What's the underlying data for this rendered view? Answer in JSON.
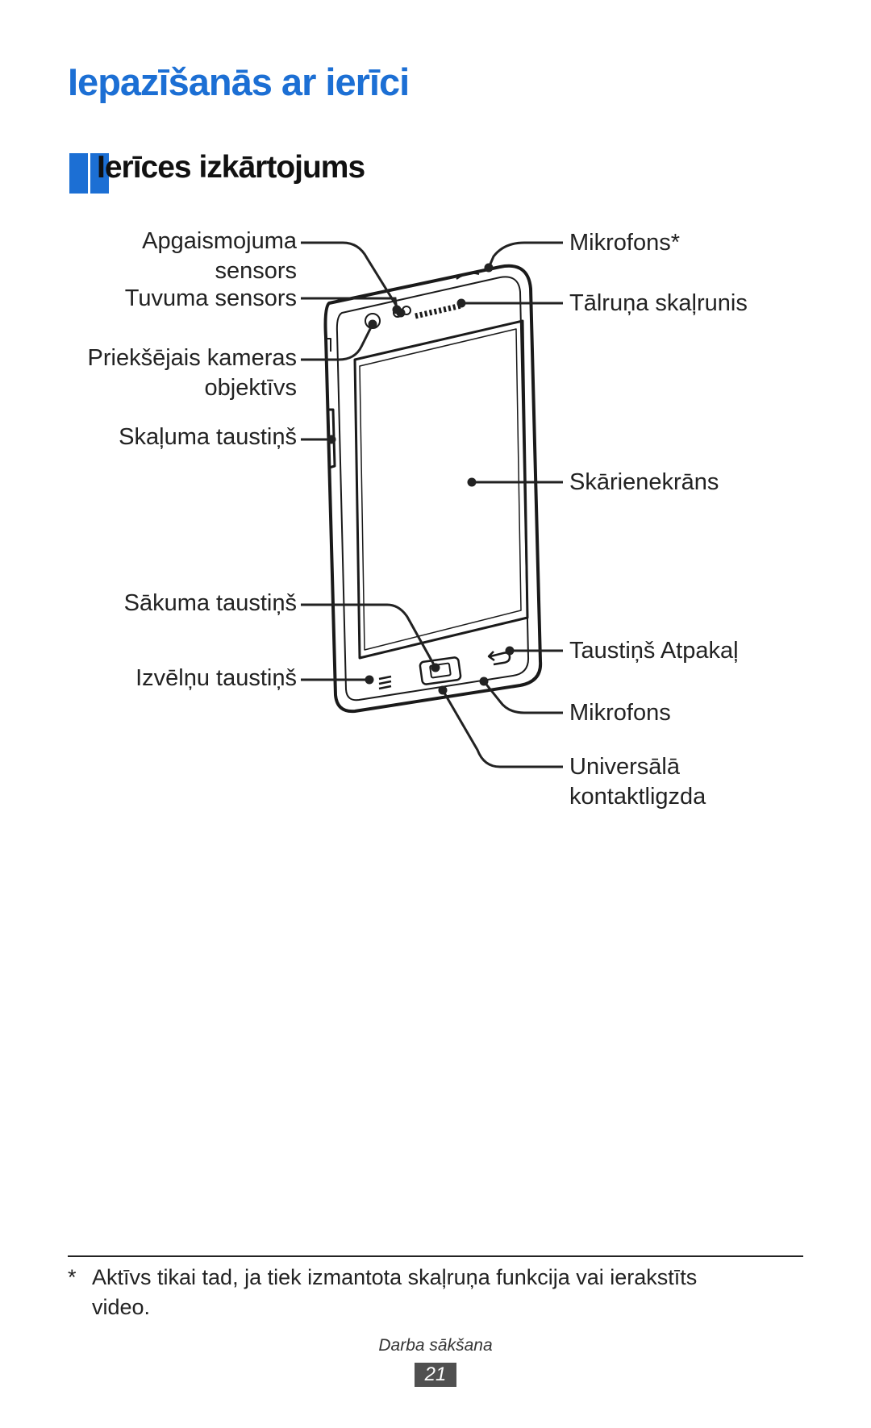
{
  "page_title": "Iepazīšanās ar ierīci",
  "section_title": "Ierīces izkārtojums",
  "labels": {
    "light_sensor_line1": "Apgaismojuma",
    "light_sensor_line2": "sensors",
    "proximity_sensor": "Tuvuma sensors",
    "front_camera_line1": "Priekšējais kameras",
    "front_camera_line2": "objektīvs",
    "volume_key": "Skaļuma taustiņš",
    "home_key": "Sākuma taustiņš",
    "menu_key": "Izvēlņu taustiņš",
    "microphone_top": "Mikrofons*",
    "earpiece": "Tālruņa skaļrunis",
    "touchscreen": "Skārienekrāns",
    "back_key": "Taustiņš Atpakaļ",
    "microphone": "Mikrofons",
    "multipurpose_jack_line1": "Universālā",
    "multipurpose_jack_line2": "kontaktligzda"
  },
  "footnote": {
    "mark": "*",
    "text_line1": "Aktīvs tikai tad, ja tiek izmantota skaļruņa funkcija vai ierakstīts",
    "text_line2": "video."
  },
  "footer": {
    "section_name": "Darba sākšana",
    "page_number": "21"
  }
}
